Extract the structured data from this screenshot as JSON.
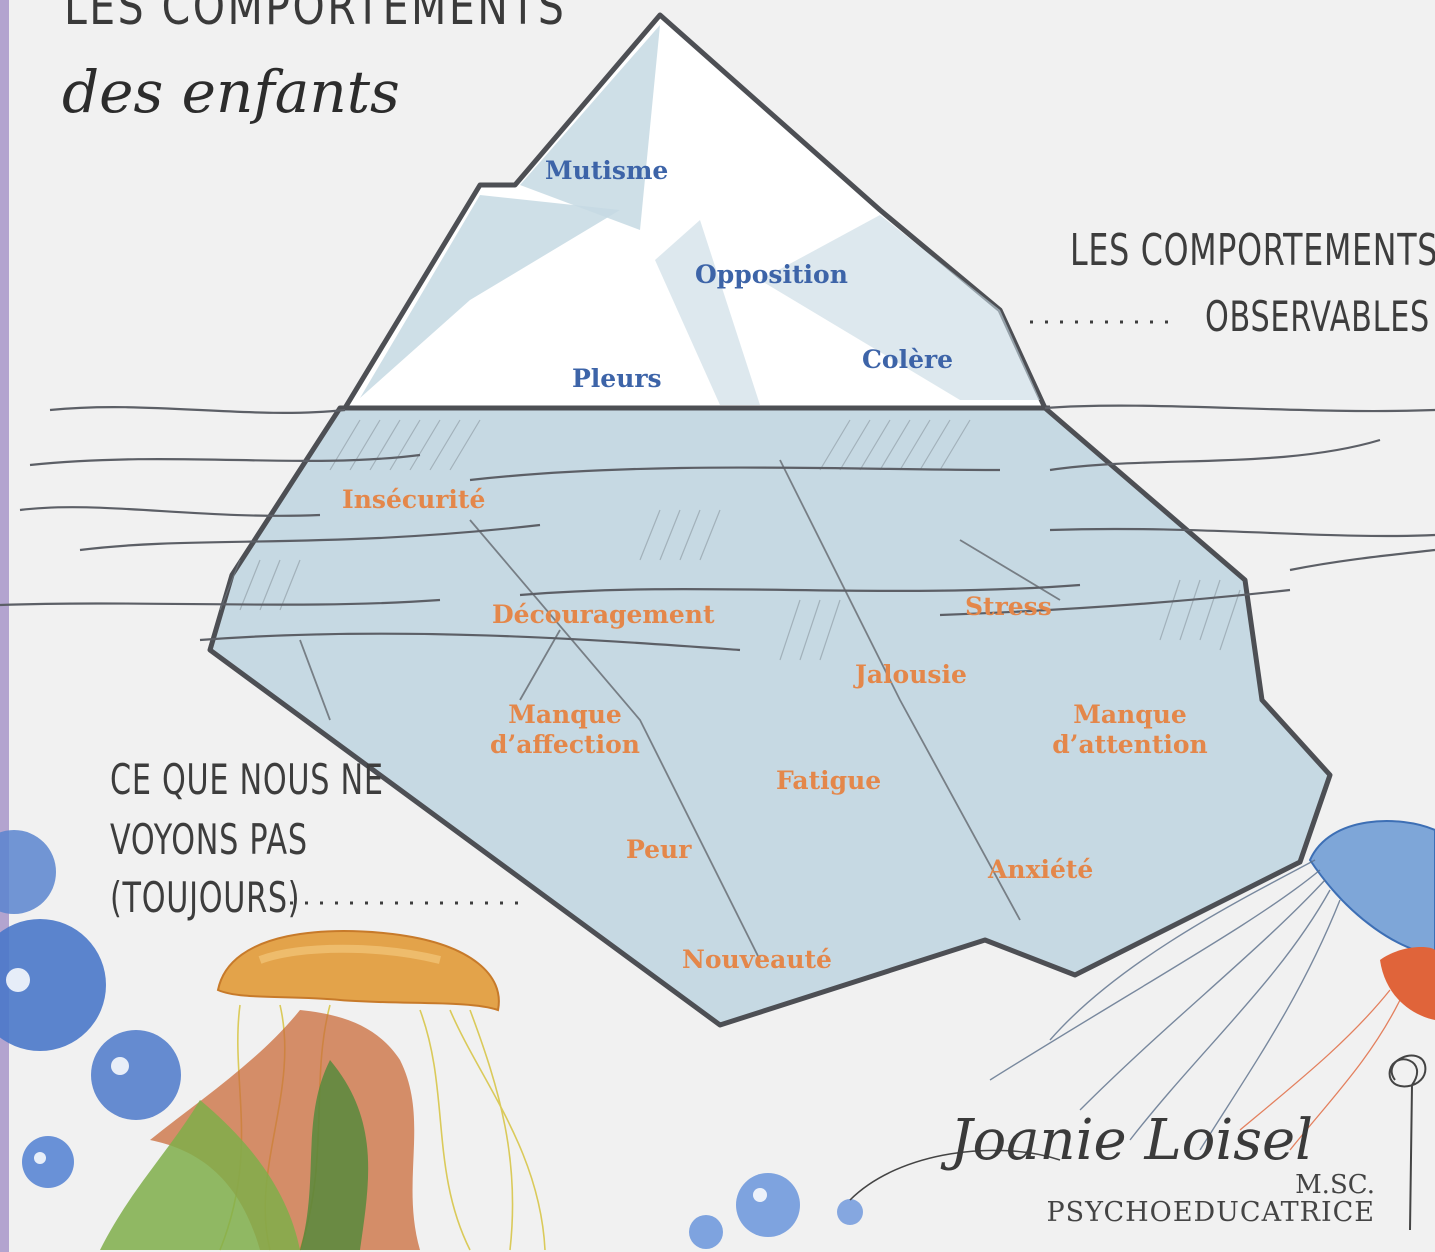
{
  "title": {
    "line1": "LES COMPORTEMENTS",
    "line2": "des enfants"
  },
  "callouts": {
    "observable": {
      "line1": "LES COMPORTEMENTS",
      "line2": "OBSERVABLES",
      "leader": "......"
    },
    "hidden": {
      "line1": "CE QUE NOUS NE",
      "line2": "VOYONS PAS",
      "line3": "(TOUJOURS)",
      "leader": "..........."
    }
  },
  "above_water": [
    "Mutisme",
    "Opposition",
    "Pleurs",
    "Colère"
  ],
  "below_water": [
    "Insécurité",
    "Découragement",
    "Stress",
    "Jalousie",
    "Manque d’affection",
    "Manque d’attention",
    "Fatigue",
    "Peur",
    "Anxiété",
    "Nouveauté"
  ],
  "signature": {
    "name": "Joanie Loisel",
    "credential": "M.SC.",
    "role": "PSYCHOEDUCATRICE"
  },
  "colors": {
    "sidebar": "#b3a4cf",
    "background": "#f1f1f1",
    "above_water_text": "#3d64a8",
    "below_water_text": "#e4874a",
    "ice_underwater": "#c6d9e3",
    "ice_top": "#ffffff",
    "ice_outline": "#4d4f54"
  }
}
